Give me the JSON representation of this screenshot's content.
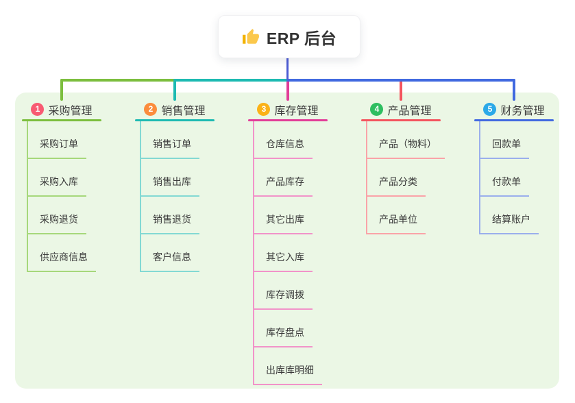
{
  "root": {
    "title": "ERP 后台",
    "icon": "thumbs-up-icon",
    "connector_color": "#4C5BD4"
  },
  "canvas": {
    "background": "#ffffff",
    "panel_background": "#EBF7E5",
    "title_text_color": "#333333",
    "node_text_color": "#3a3a3a"
  },
  "branches": [
    {
      "number": "1",
      "title": "采购管理",
      "badge_color": "#F85A72",
      "line_color": "#7CBE3E",
      "child_line_color": "#A6D87B",
      "children": [
        "采购订单",
        "采购入库",
        "采购退货",
        "供应商信息"
      ]
    },
    {
      "number": "2",
      "title": "销售管理",
      "badge_color": "#FB8C3C",
      "line_color": "#1DBAB2",
      "child_line_color": "#83D9D3",
      "children": [
        "销售订单",
        "销售出库",
        "销售退货",
        "客户信息"
      ]
    },
    {
      "number": "3",
      "title": "库存管理",
      "badge_color": "#FBB217",
      "line_color": "#E23C98",
      "child_line_color": "#F193C9",
      "children": [
        "仓库信息",
        "产品库存",
        "其它出库",
        "其它入库",
        "库存调拨",
        "库存盘点",
        "出库库明细"
      ]
    },
    {
      "number": "4",
      "title": "产品管理",
      "badge_color": "#2EBE60",
      "line_color": "#F4545E",
      "child_line_color": "#FAA3A8",
      "children": [
        "产品（物料）",
        "产品分类",
        "产品单位"
      ]
    },
    {
      "number": "5",
      "title": "财务管理",
      "badge_color": "#2BA9E8",
      "line_color": "#4169E0",
      "child_line_color": "#9AAFEC",
      "children": [
        "回款单",
        "付款单",
        "结算账户"
      ]
    }
  ]
}
